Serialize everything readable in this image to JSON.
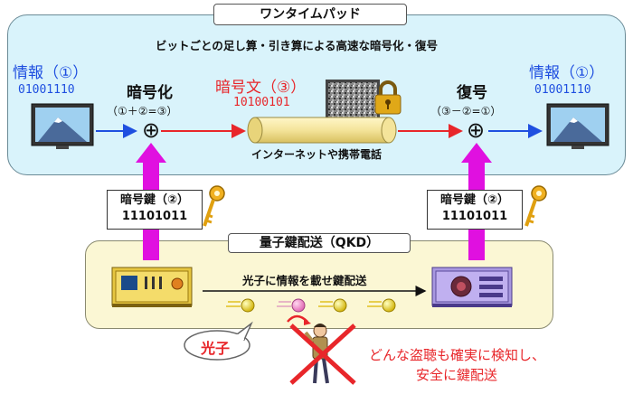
{
  "otp": {
    "title": "ワンタイムパッド",
    "subtitle": "ビットごとの足し算・引き算による高速な暗号化・復号",
    "info_left_label": "情報（①）",
    "info_left_bits": "01001110",
    "encrypt_label": "暗号化",
    "encrypt_formula": "（①＋②=③）",
    "cipher_label": "暗号文（③）",
    "cipher_bits": "10100101",
    "decrypt_label": "復号",
    "decrypt_formula": "（③－②=①）",
    "info_right_label": "情報（①）",
    "info_right_bits": "01001110",
    "channel_label": "インターネットや携帯電話",
    "xor_symbol": "⊕"
  },
  "keys": {
    "left_label": "暗号鍵（②）",
    "left_bits": "11101011",
    "right_label": "暗号鍵（②）",
    "right_bits": "11101011"
  },
  "qkd": {
    "title": "量子鍵配送（QKD）",
    "transfer_label": "光子に情報を載せ鍵配送",
    "photon_callout": "光子",
    "security_line1": "どんな盗聴も確実に検知し、",
    "security_line2": "安全に鍵配送"
  },
  "colors": {
    "otp_panel": "#d9f3fb",
    "qkd_panel": "#fbf7d4",
    "blue_text": "#1f4fe0",
    "red_text": "#e8262a",
    "magenta_arrow": "#e010e0",
    "photon": "#f0e020"
  }
}
